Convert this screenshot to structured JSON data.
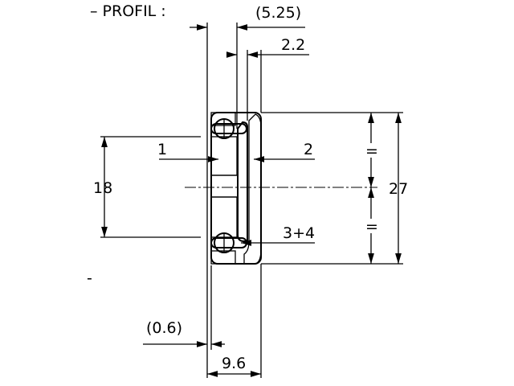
{
  "title": "– PROFIL :",
  "dimensions": {
    "d525": "(5.25)",
    "d22": "2.2",
    "d18": "18",
    "d27": "27",
    "eq_top": "=",
    "eq_bottom": "=",
    "d06": "(0.6)",
    "d96": "9.6"
  },
  "callouts": {
    "c1": "1",
    "c2": "2",
    "c34": "3+4"
  },
  "dash_mark": "-"
}
